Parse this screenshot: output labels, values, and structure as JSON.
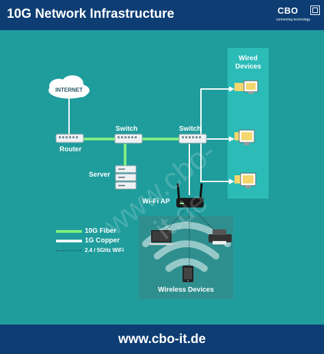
{
  "header": {
    "title": "10G Network Infrastructure",
    "logo_name": "CBO",
    "logo_tagline": "connecting technology"
  },
  "footer": {
    "url": "www.cbo-it.de"
  },
  "watermark": "www.cbo-it.de",
  "nodes": {
    "internet": "INTERNET",
    "router": "Router",
    "switch1": "Switch",
    "switch2": "Switch",
    "server": "Server",
    "wifi_ap": "Wi-Fi AP"
  },
  "groups": {
    "wired": "Wired Devices",
    "wireless": "Wireless Devices"
  },
  "legend": [
    {
      "label": "10G Fiber",
      "style": "solid-thick",
      "color": "#7ef07e"
    },
    {
      "label": "1G Copper",
      "style": "solid-thick",
      "color": "#ffffff"
    },
    {
      "label": "2.4 / 5GHz WiFi",
      "style": "dotted",
      "color": "#0d2d2d"
    }
  ],
  "colors": {
    "background": "#1f9c9c",
    "header": "#0d3d73",
    "fiber": "#7ef07e",
    "copper": "#ffffff",
    "wired_panel": "#2bbcb8",
    "wireless_panel": "#2f8f8f",
    "monitor": "#f5d76e"
  },
  "icons": [
    "cloud-icon",
    "switch-icon",
    "server-icon",
    "access-point-icon",
    "desktop-icon",
    "laptop-icon",
    "printer-icon",
    "smartphone-icon",
    "wifi-signal-icon"
  ]
}
